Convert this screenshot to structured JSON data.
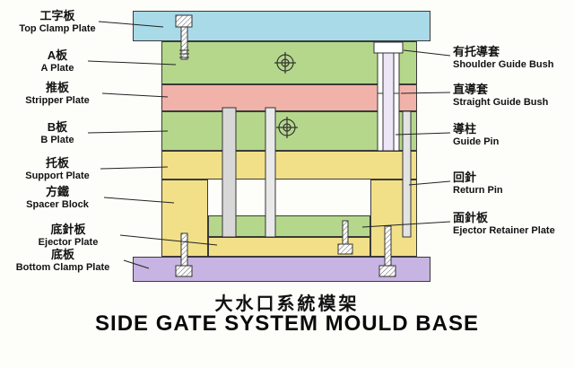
{
  "title": {
    "zh": "大水口系統模架",
    "en": "SIDE GATE SYSTEM MOULD BASE"
  },
  "left_labels": [
    {
      "zh": "工字板",
      "en": "Top Clamp Plate"
    },
    {
      "zh": "A板",
      "en": "A Plate"
    },
    {
      "zh": "推板",
      "en": "Stripper Plate"
    },
    {
      "zh": "B板",
      "en": "B Plate"
    },
    {
      "zh": "托板",
      "en": "Support Plate"
    },
    {
      "zh": "方鐵",
      "en": "Spacer Block"
    },
    {
      "zh": "底針板",
      "en": "Ejector Plate"
    },
    {
      "zh": "底板",
      "en": "Bottom Clamp Plate"
    }
  ],
  "right_labels": [
    {
      "zh": "有托導套",
      "en": "Shoulder Guide Bush"
    },
    {
      "zh": "直導套",
      "en": "Straight Guide Bush"
    },
    {
      "zh": "導柱",
      "en": "Guide Pin"
    },
    {
      "zh": "回針",
      "en": "Return Pin"
    },
    {
      "zh": "面針板",
      "en": "Ejector Retainer Plate"
    }
  ],
  "colors": {
    "top_clamp_plate": "#a9dae8",
    "a_plate": "#b5d78b",
    "stripper_plate": "#f1b3a9",
    "b_plate": "#b5d78b",
    "support_plate": "#f2e089",
    "spacer_block": "#f2e089",
    "ejector_retainer_plate": "#b5d78b",
    "ejector_plate": "#f2e089",
    "bottom_clamp_plate": "#c8b4e2",
    "background": "#fdfdfa"
  }
}
